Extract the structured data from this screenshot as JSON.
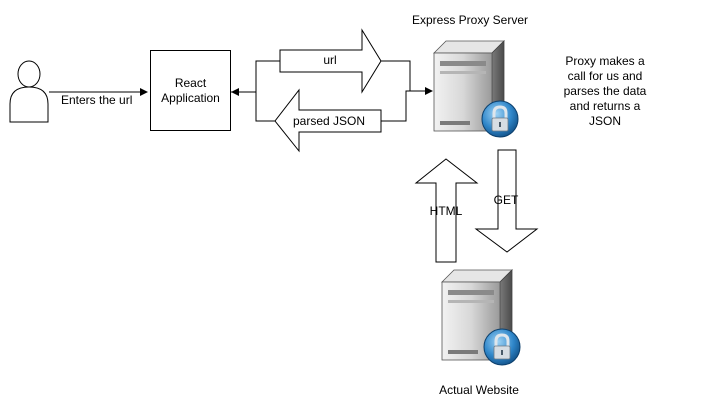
{
  "nodes": {
    "user_label": "Enters the url",
    "react_app": [
      "React",
      "Application"
    ],
    "proxy_title": "Express Proxy Server",
    "proxy_note": [
      "Proxy makes a call for us and",
      "parses the data",
      "and returns a JSON"
    ],
    "website_label": "Actual Website"
  },
  "edges": {
    "url_label": "url",
    "parsed_json_label": "parsed JSON",
    "html_label": "HTML",
    "get_label": "GET"
  },
  "icons": {
    "user": "user-icon",
    "proxy_server": "server-lock-icon",
    "website_server": "server-lock-icon"
  }
}
